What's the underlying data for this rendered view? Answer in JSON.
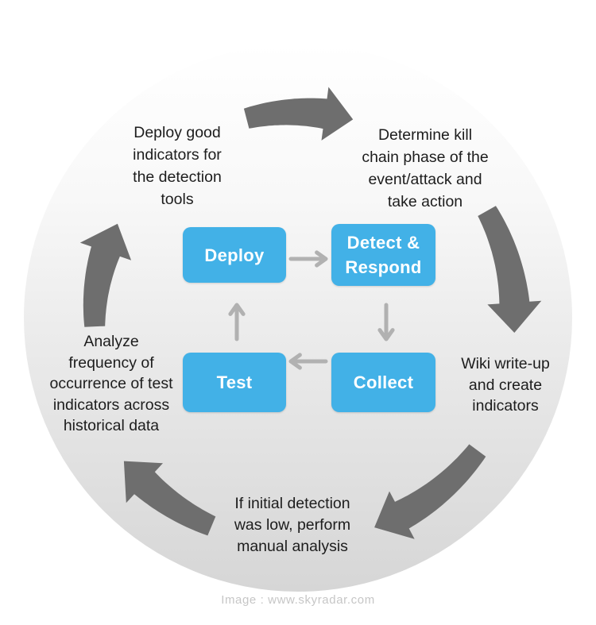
{
  "diagram": {
    "boxes": {
      "deploy": {
        "label": "Deploy"
      },
      "detect_respond": {
        "label": "Detect &\nRespond"
      },
      "test": {
        "label": "Test"
      },
      "collect": {
        "label": "Collect"
      }
    },
    "notes": {
      "deploy": "Deploy good\nindicators for\nthe detection\ntools",
      "determine": "Determine kill\nchain phase of the\nevent/attack and\ntake action",
      "wiki": "Wiki write-up\nand create\nindicators",
      "manual": "If initial detection\nwas low, perform\nmanual analysis",
      "analyze": "Analyze\nfrequency of\noccurrence of test\nindicators across\nhistorical data"
    },
    "credit": "Image : www.skyradar.com",
    "icons": {
      "cycle_arrows": [
        "cycle-arrow-top",
        "cycle-arrow-right",
        "cycle-arrow-bottom-right",
        "cycle-arrow-bottom-left",
        "cycle-arrow-left"
      ],
      "flow_arrows": [
        "flow-arrow-deploy-to-detect",
        "flow-arrow-detect-to-collect",
        "flow-arrow-collect-to-test",
        "flow-arrow-test-to-deploy"
      ]
    },
    "colors": {
      "box_blue": "#42b1e7",
      "arrow_dark": "#6e6e6e",
      "arrow_light": "#b1b1b1",
      "text": "#1d1d1d",
      "credit": "#c6c6c6"
    }
  }
}
